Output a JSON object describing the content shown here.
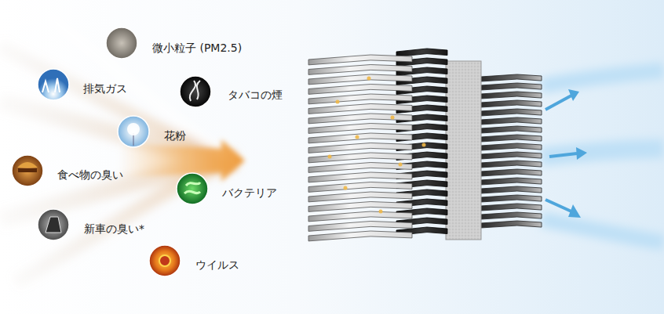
{
  "diagram": {
    "labels": [
      "微小粒子 (PM2.5)",
      "排気ガス",
      "タバコの煙",
      "花粉",
      "食べ物の臭い",
      "バクテリア",
      "新車の臭い*",
      "ウイルス"
    ]
  }
}
